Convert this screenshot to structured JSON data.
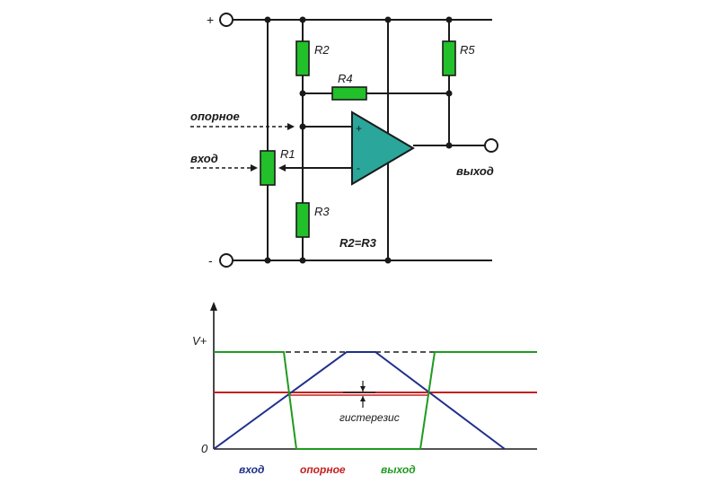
{
  "circuit": {
    "plus_label": "+",
    "minus_label": "-",
    "resistors": {
      "r1": "R1",
      "r2": "R2",
      "r3": "R3",
      "r4": "R4",
      "r5": "R5"
    },
    "equality_note": "R2=R3",
    "inputs": {
      "reference": "опорное",
      "input": "вход"
    },
    "output": "выход",
    "opamp": {
      "plus": "+",
      "minus": "-"
    },
    "colors": {
      "resistor_fill": "#22c02a",
      "opamp_fill": "#2aa69a",
      "wire": "#1a1a1a"
    }
  },
  "timing": {
    "y_top_label": "V+",
    "y_zero_label": "0",
    "hysteresis_label": "гистерезис",
    "legend": {
      "input": "вход",
      "reference": "опорное",
      "output": "выход"
    },
    "colors": {
      "input": "#1f2f8a",
      "reference": "#c42020",
      "output": "#1f9a1f",
      "vplus_dashed": "#1a1a1a"
    }
  }
}
